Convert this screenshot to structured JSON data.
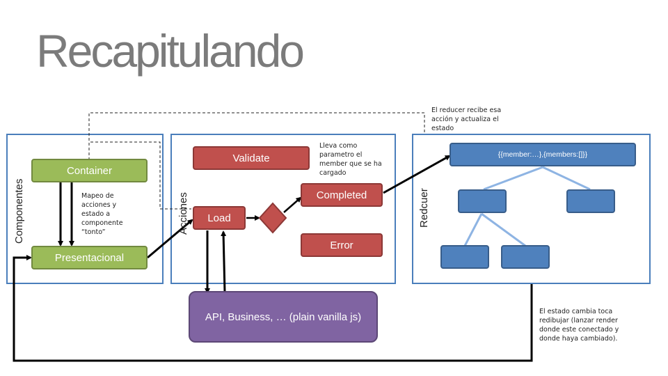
{
  "title": "Recapitulando",
  "panels": {
    "componentes": "Componentes",
    "acciones": "Acciones",
    "redcuer": "Redcuer"
  },
  "boxes": {
    "container": "Container",
    "presentacional": "Presentacional",
    "validate": "Validate",
    "load": "Load",
    "completed": "Completed",
    "error": "Error",
    "api": "API, Business, … (plain vanilla js)",
    "state": "{{member:…},{members:[]}}"
  },
  "notes": {
    "mapeo": "Mapeo de acciones y estado a componente “tonto”",
    "lleva": "Lleva como parametro el member que se ha cargado",
    "reducer": "El reducer recibe esa acción y actualiza el estado",
    "estado": "El estado cambia toca redibujar (lanzar render donde este conectado y donde haya cambiado)."
  },
  "colors": {
    "green": "#9bbb59",
    "red": "#c0504d",
    "blue": "#4f81bd",
    "purple": "#8064a2",
    "panel_border": "#4a7ebb",
    "title": "#7b7b7b"
  }
}
